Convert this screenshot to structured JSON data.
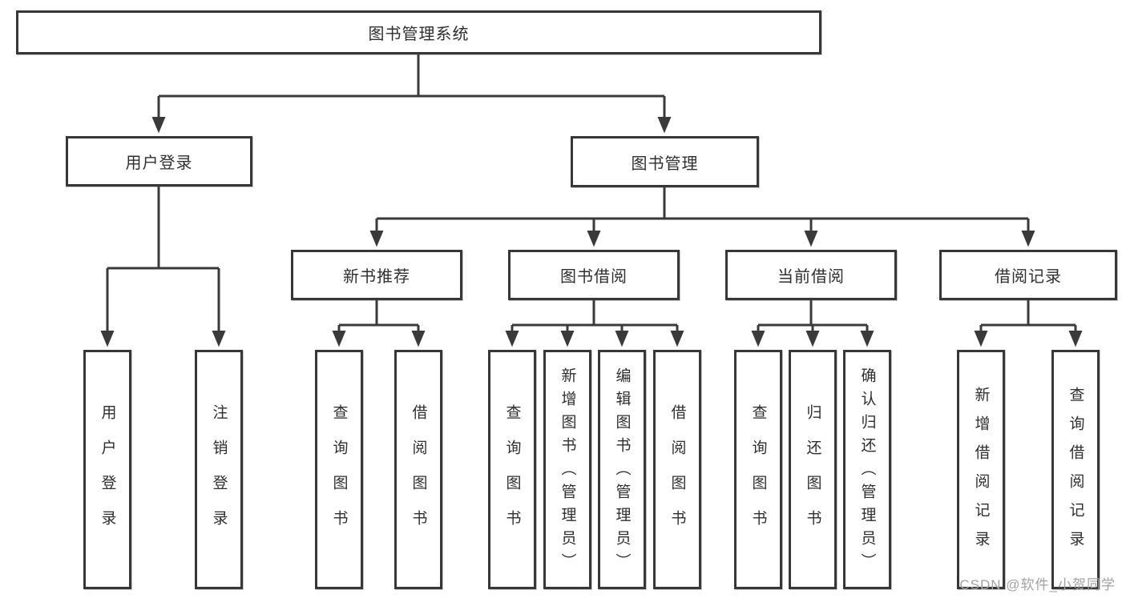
{
  "diagram": {
    "type": "hierarchy-tree",
    "line_color": "#3a3a3a",
    "border_color": "#373737",
    "text_color": "#2f2f2f",
    "watermark": "CSDN @软件_小贺同学",
    "root": {
      "label": "图书管理系统"
    },
    "level2": [
      {
        "label": "用户登录"
      },
      {
        "label": "图书管理"
      }
    ],
    "level3": [
      {
        "label": "新书推荐",
        "parent": "图书管理"
      },
      {
        "label": "图书借阅",
        "parent": "图书管理"
      },
      {
        "label": "当前借阅",
        "parent": "图书管理"
      },
      {
        "label": "借阅记录",
        "parent": "图书管理"
      }
    ],
    "leaves": [
      {
        "label": "用户登录",
        "parent": "用户登录"
      },
      {
        "label": "注销登录",
        "parent": "用户登录"
      },
      {
        "label": "查询图书",
        "parent": "新书推荐"
      },
      {
        "label": "借阅图书",
        "parent": "新书推荐"
      },
      {
        "label": "查询图书",
        "parent": "图书借阅"
      },
      {
        "label": "新增图书（管理员）",
        "parent": "图书借阅"
      },
      {
        "label": "编辑图书（管理员）",
        "parent": "图书借阅"
      },
      {
        "label": "借阅图书",
        "parent": "图书借阅"
      },
      {
        "label": "查询图书",
        "parent": "当前借阅"
      },
      {
        "label": "归还图书",
        "parent": "当前借阅"
      },
      {
        "label": "确认归还（管理员）",
        "parent": "当前借阅"
      },
      {
        "label": "新增借阅记录",
        "parent": "借阅记录"
      },
      {
        "label": "查询借阅记录",
        "parent": "借阅记录"
      }
    ]
  }
}
